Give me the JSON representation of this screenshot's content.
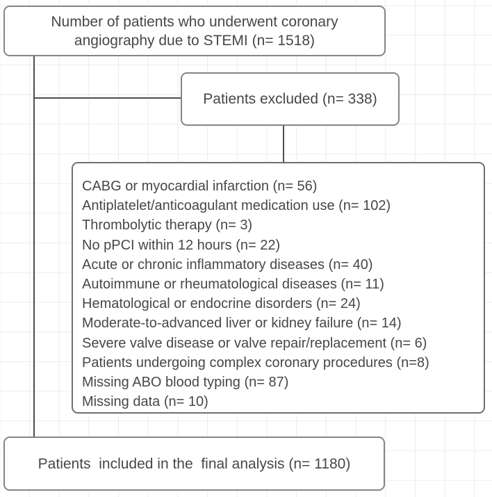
{
  "diagram": {
    "colors": {
      "background": "#ffffff",
      "grid_line": "#ececec",
      "box_border": "#858585",
      "list_box_border": "#6f6f6f",
      "connector": "#4d4d4d",
      "text": "#474747"
    },
    "title_box": {
      "text": "Number of patients who underwent coronary\nangiography due to STEMI (n= 1518)",
      "n": 1518
    },
    "excluded_box": {
      "text": "Patients excluded (n= 338)",
      "n": 338
    },
    "exclusion_list_box": {
      "items": [
        "CABG or myocardial infarction (n= 56)",
        "Antiplatelet/anticoagulant medication use (n= 102)",
        "Thrombolytic therapy (n= 3)",
        "No pPCI within 12 hours (n= 22)",
        "Acute or chronic inflammatory diseases (n= 40)",
        "Autoimmune or rheumatological diseases (n= 11)",
        "Hematological or endocrine disorders (n= 24)",
        "Moderate-to-advanced liver or kidney failure (n= 14)",
        "Severe valve disease or valve repair/replacement (n= 6)",
        "Patients undergoing complex coronary procedures (n=8)",
        "Missing ABO blood typing (n= 87)",
        "Missing data (n= 10)"
      ]
    },
    "included_box": {
      "text": "Patients  included in the  final analysis (n= 1180)",
      "n": 1180
    }
  }
}
